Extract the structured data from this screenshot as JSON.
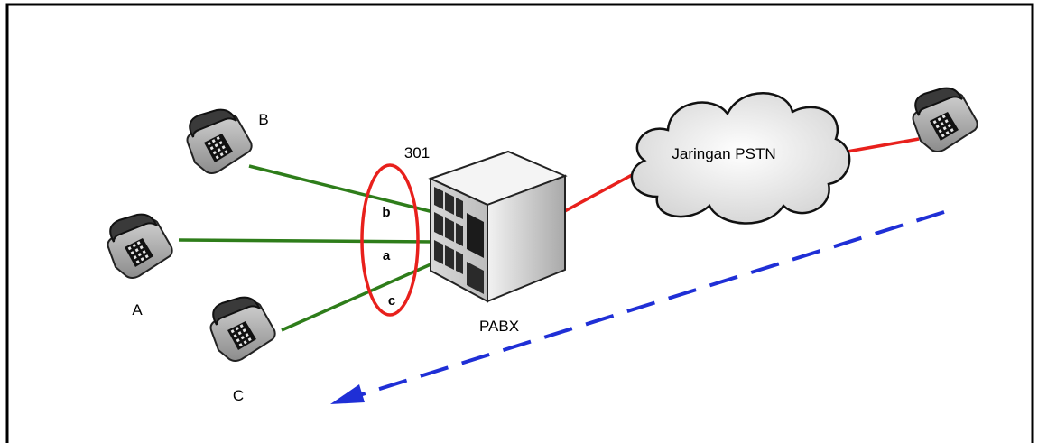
{
  "labels": {
    "phone_a": "A",
    "phone_b": "B",
    "phone_c": "C",
    "extension": "301",
    "line_a": "a",
    "line_b": "b",
    "line_c": "c",
    "pabx": "PABX",
    "cloud": "Jaringan PSTN"
  },
  "colors": {
    "frame": "#000000",
    "extension_lines": "#2e7d1a",
    "trunk_lines": "#e8201c",
    "ellipse": "#e8201c",
    "arrow": "#1f2fd6"
  },
  "icons": {
    "phone": "desk-telephone-icon",
    "pabx": "pabx-cabinet-icon",
    "cloud": "cloud-icon"
  }
}
